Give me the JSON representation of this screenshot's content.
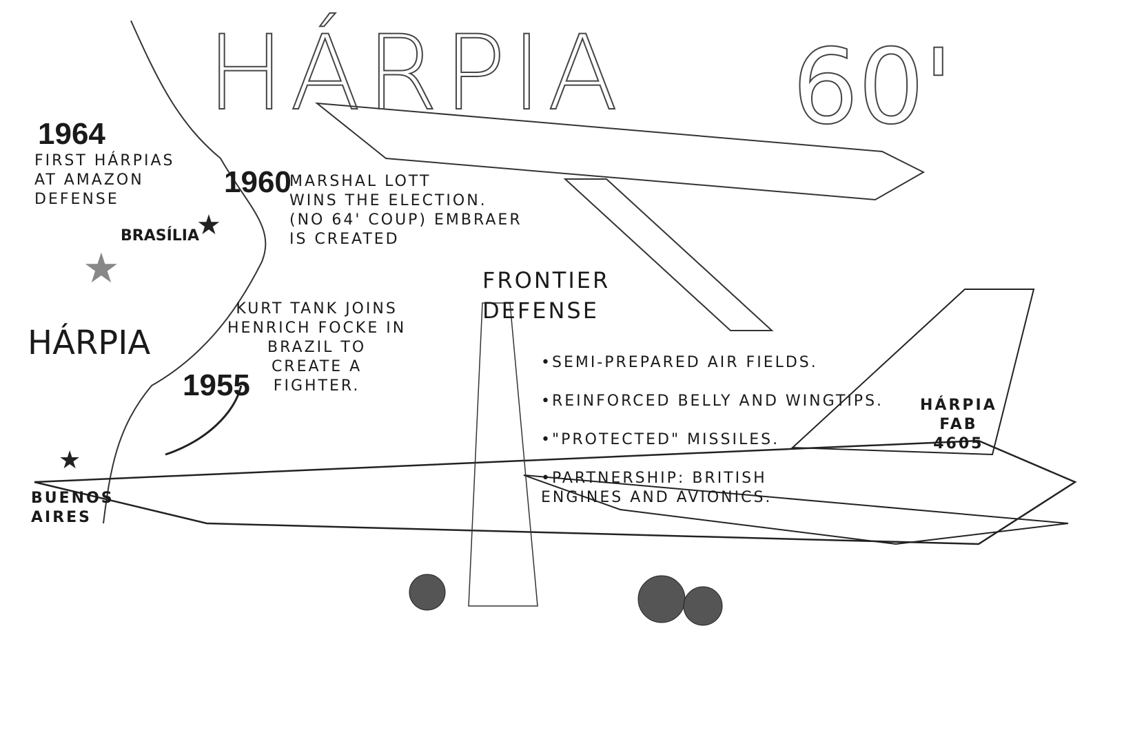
{
  "title": "HÁRPIA",
  "decade": "60'",
  "timeline": [
    {
      "year": "1964",
      "text": "FIRST HÁRPIAS\nAT AMAZON\nDEFENSE"
    },
    {
      "year": "1960",
      "text": "MARSHAL LOTT\nWINS THE ELECTION.\n(NO 64' COUP) EMBRAER\nIS CREATED"
    },
    {
      "year": "1955",
      "text": "KURT TANK JOINS\nHENRICH FOCKE IN\nBRAZIL TO\nCREATE A\nFIGHTER."
    }
  ],
  "map": {
    "brasilia": "BRASÍLIA",
    "buenos_aires": "BUENOS\nAIRES",
    "logo": "HÁRPIA"
  },
  "frontier": {
    "heading": "FRONTIER\nDEFENSE",
    "bullets": [
      "•SEMI-PREPARED AIR FIELDS.",
      "•REINFORCED BELLY AND WINGTIPS.",
      "•\"PROTECTED\" MISSILES.",
      "•PARTNERSHIP: BRITISH\n   ENGINES AND AVIONICS."
    ]
  },
  "tail": {
    "text": "HÁRPIA\nFAB\n4605"
  }
}
